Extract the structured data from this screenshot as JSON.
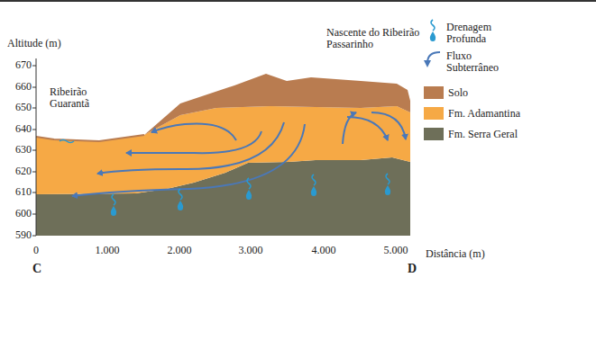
{
  "diagram": {
    "labels": [
      "Altitude (m)",
      "670",
      "660",
      "650",
      "640",
      "630",
      "620",
      "610",
      "600",
      "590",
      "Ribeirão Guarantã",
      "Nascente do Ribeirão Passarinho",
      "0",
      "1.000",
      "2.000",
      "3.000",
      "4.000",
      "5.000",
      "Distância (m)",
      "C",
      "D"
    ],
    "legend": [
      {
        "text": "Drenagem Profunda"
      },
      {
        "text": "Fluxo Subterrâneo"
      },
      {
        "text": "Solo",
        "color": "#b97c50"
      },
      {
        "text": "Fm. Adamantina",
        "color": "#f6a945"
      },
      {
        "text": "Fm. Serra Geral",
        "color": "#6e6f59"
      }
    ]
  }
}
